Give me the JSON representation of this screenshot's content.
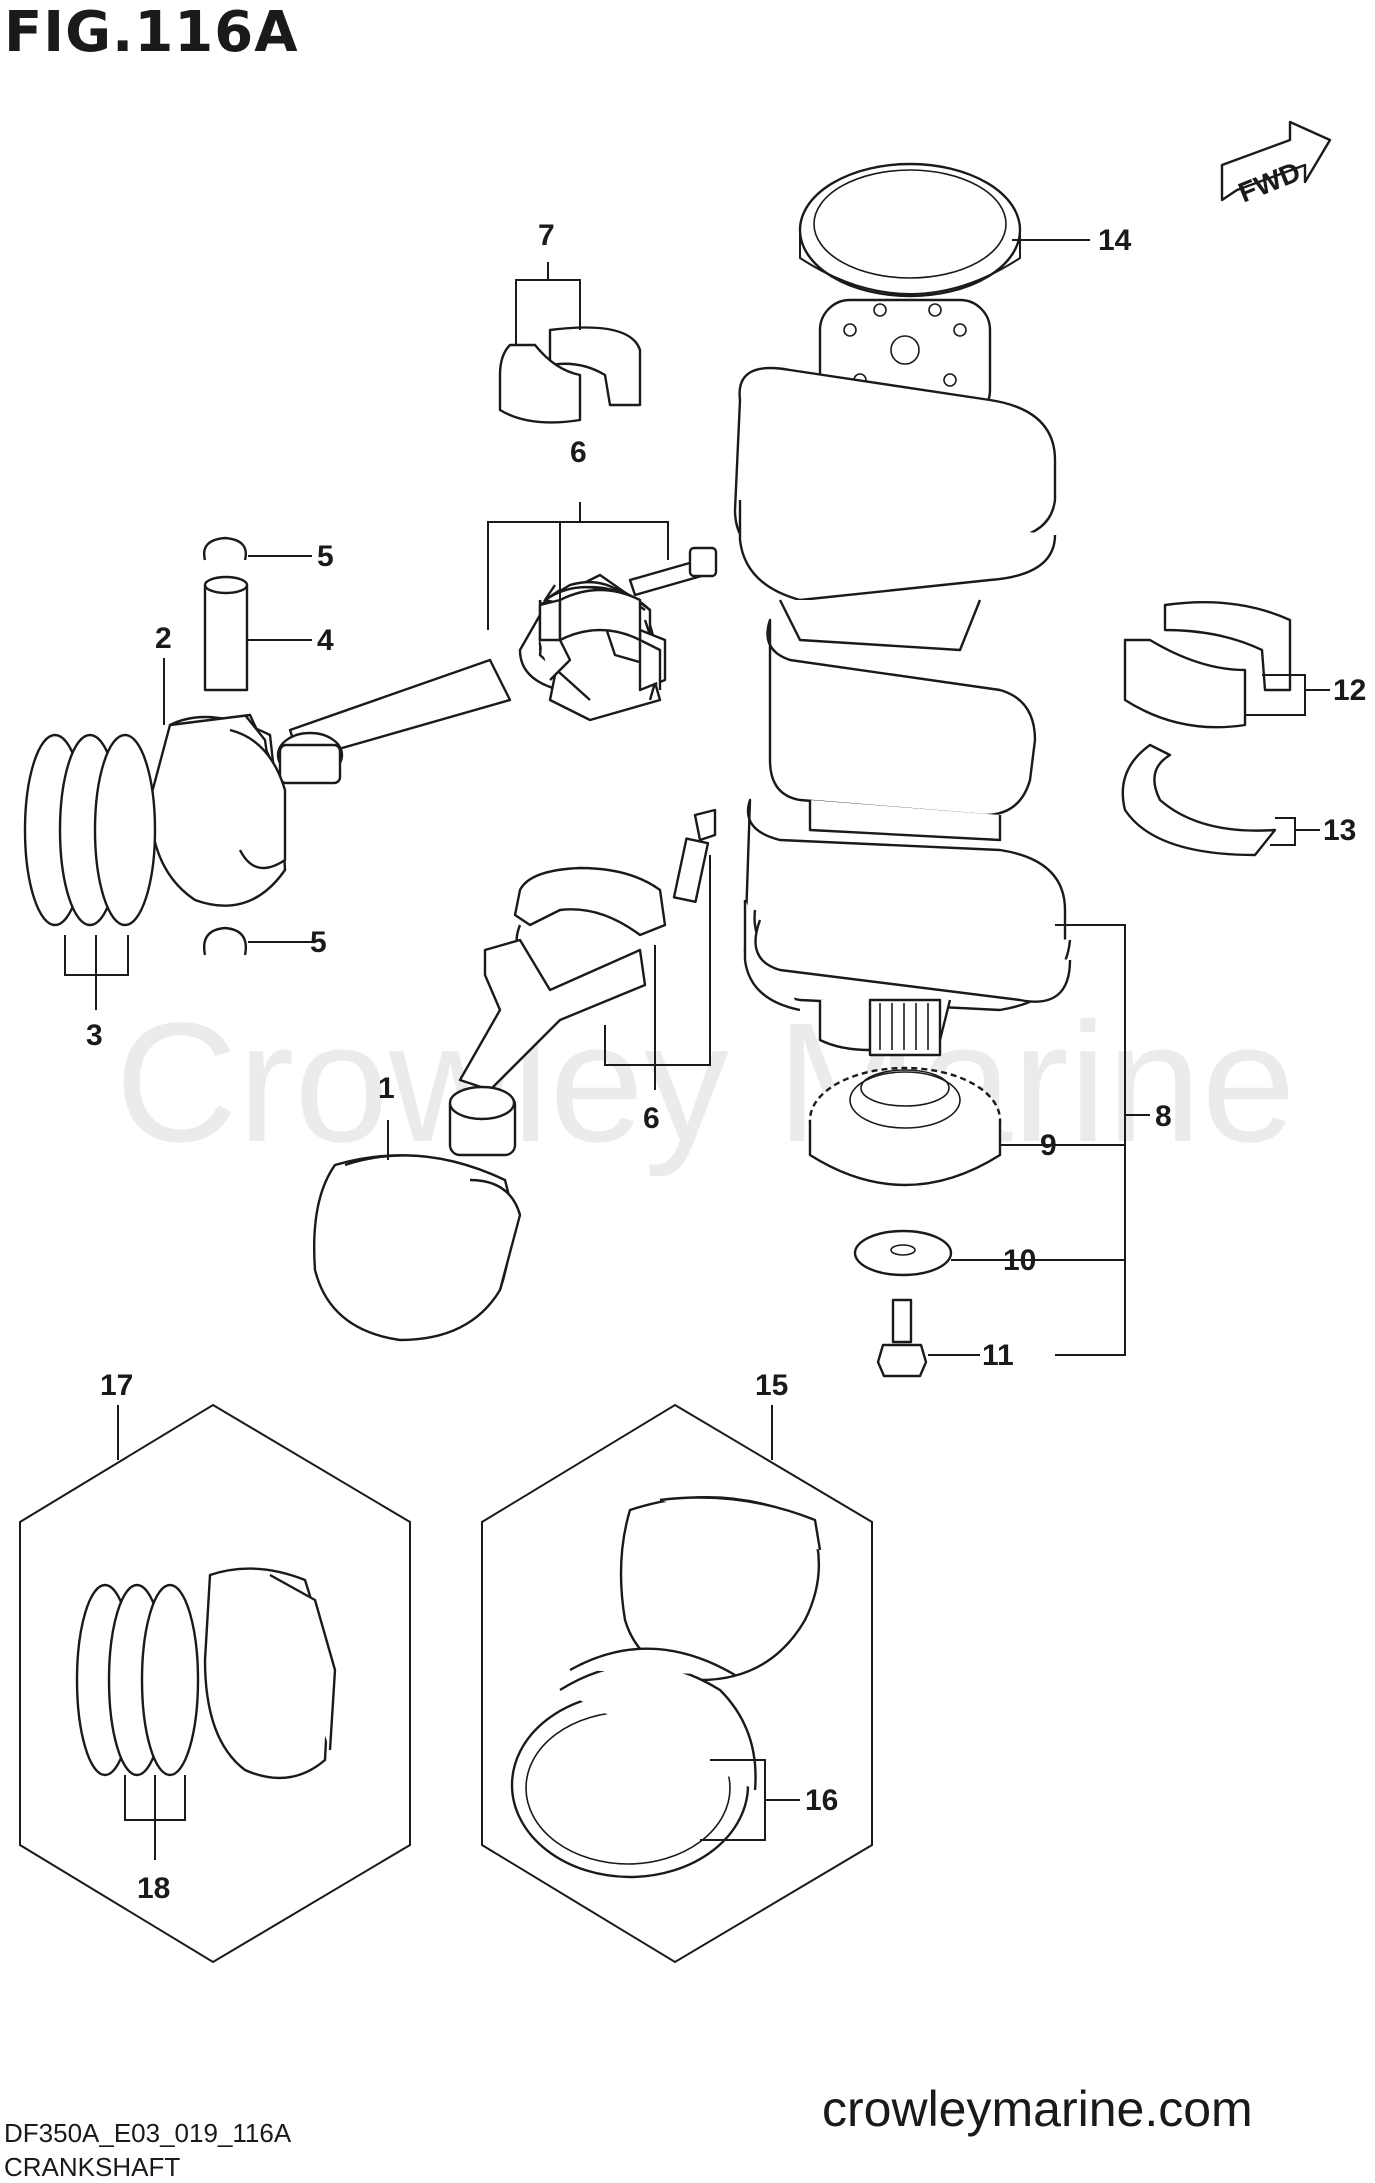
{
  "figure": {
    "title": "FIG.116A",
    "code": "DF350A_E03_019_116A",
    "name": "CRANKSHAFT",
    "site": "crowleymarine.com",
    "watermark": "Crowley Marine",
    "fwd_label": "FWD"
  },
  "callouts": [
    "1",
    "2",
    "3",
    "4",
    "5",
    "5",
    "6",
    "6",
    "7",
    "8",
    "9",
    "10",
    "11",
    "12",
    "13",
    "14",
    "15",
    "16",
    "17",
    "18"
  ],
  "colors": {
    "ink": "#1a1a1a",
    "watermark": "#ebebeb",
    "background": "#ffffff"
  }
}
